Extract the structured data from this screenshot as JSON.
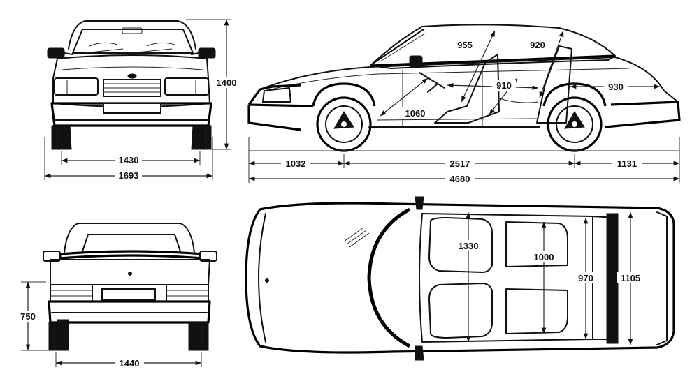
{
  "dimensions": {
    "front_track": "1430",
    "front_width": "1693",
    "height": "1400",
    "front_overhang": "1032",
    "wheelbase": "2517",
    "rear_overhang": "1131",
    "length": "4680",
    "headroom_front": "955",
    "headroom_rear": "920",
    "legroom_front": "1060",
    "seat_spacing": "910",
    "trunk_length": "930",
    "front_shoulder_width": "1330",
    "rear_shoulder_width": "1000",
    "rear_interior_width": "970",
    "trunk_width": "1105",
    "rear_bumper_height": "750",
    "rear_track": "1440"
  },
  "colors": {
    "ink": "#111111",
    "paper": "#ffffff",
    "grey": "#d9d9d9"
  }
}
